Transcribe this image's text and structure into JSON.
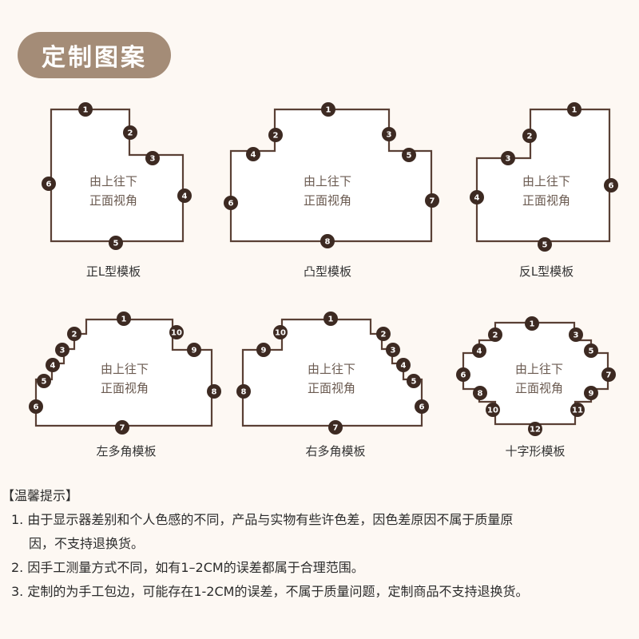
{
  "header": {
    "title": "定制图案"
  },
  "center_label": {
    "line1": "由上往下",
    "line2": "正面视角"
  },
  "templates": [
    {
      "caption": "正L型模板",
      "markers": [
        "1",
        "2",
        "3",
        "4",
        "5",
        "6"
      ]
    },
    {
      "caption": "凸型模板",
      "markers": [
        "1",
        "2",
        "3",
        "4",
        "5",
        "6",
        "7",
        "8"
      ]
    },
    {
      "caption": "反L型模板",
      "markers": [
        "1",
        "2",
        "3",
        "4",
        "5",
        "6"
      ]
    },
    {
      "caption": "左多角模板",
      "markers": [
        "1",
        "2",
        "3",
        "4",
        "5",
        "6",
        "7",
        "8",
        "9",
        "10"
      ]
    },
    {
      "caption": "右多角模板",
      "markers": [
        "1",
        "2",
        "3",
        "4",
        "5",
        "6",
        "7",
        "8",
        "9",
        "10"
      ]
    },
    {
      "caption": "十字形模板",
      "markers": [
        "1",
        "2",
        "3",
        "4",
        "5",
        "6",
        "7",
        "8",
        "9",
        "10",
        "11",
        "12"
      ]
    }
  ],
  "notes": {
    "title": "【温馨提示】",
    "lines": [
      "1. 由于显示器差别和个人色感的不同，产品与实物有些许色差，因色差原因不属于质量原",
      "因，不支持退换货。",
      "2. 因手工测量方式不同，如有1–2CM的误差都属于合理范围。",
      "3. 定制的为手工包边，可能存在1-2CM的误差，不属于质量问题，定制商品不支持退换货。"
    ]
  },
  "colors": {
    "accent": "#a48c77",
    "outline": "#5a4035",
    "marker": "#3d2a22",
    "background": "#fdf8f3"
  }
}
